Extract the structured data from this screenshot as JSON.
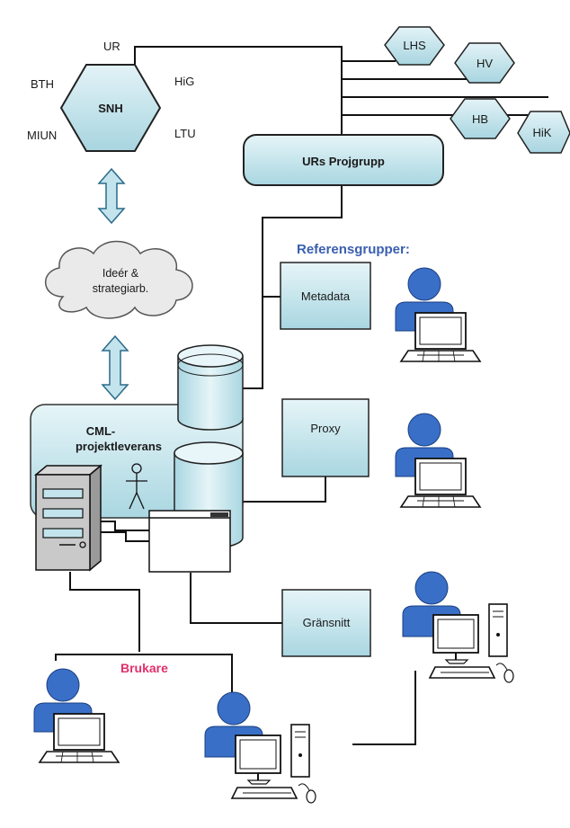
{
  "hub": {
    "label": "SNH",
    "members": [
      "UR",
      "HiG",
      "BTH",
      "MIUN",
      "LTU"
    ]
  },
  "satellites": [
    "LHS",
    "HV",
    "HB",
    "HiK"
  ],
  "project_group": "URs Projgrupp",
  "cloud": {
    "line1": "Ideér &",
    "line2": "strategiarb."
  },
  "deliverable": {
    "line1": "CML-",
    "line2": "projektleverans"
  },
  "reference_title": "Referensgrupper:",
  "reference_groups": [
    "Metadata",
    "Proxy",
    "Gränsnitt"
  ],
  "users_title": "Brukare",
  "colors": {
    "hex_fill": "#bfe2ea",
    "box_fill": "#c3e4ec",
    "person_blue": "#3a6fc8",
    "ref_title": "#3a5fb0",
    "users_title": "#e0306a"
  }
}
